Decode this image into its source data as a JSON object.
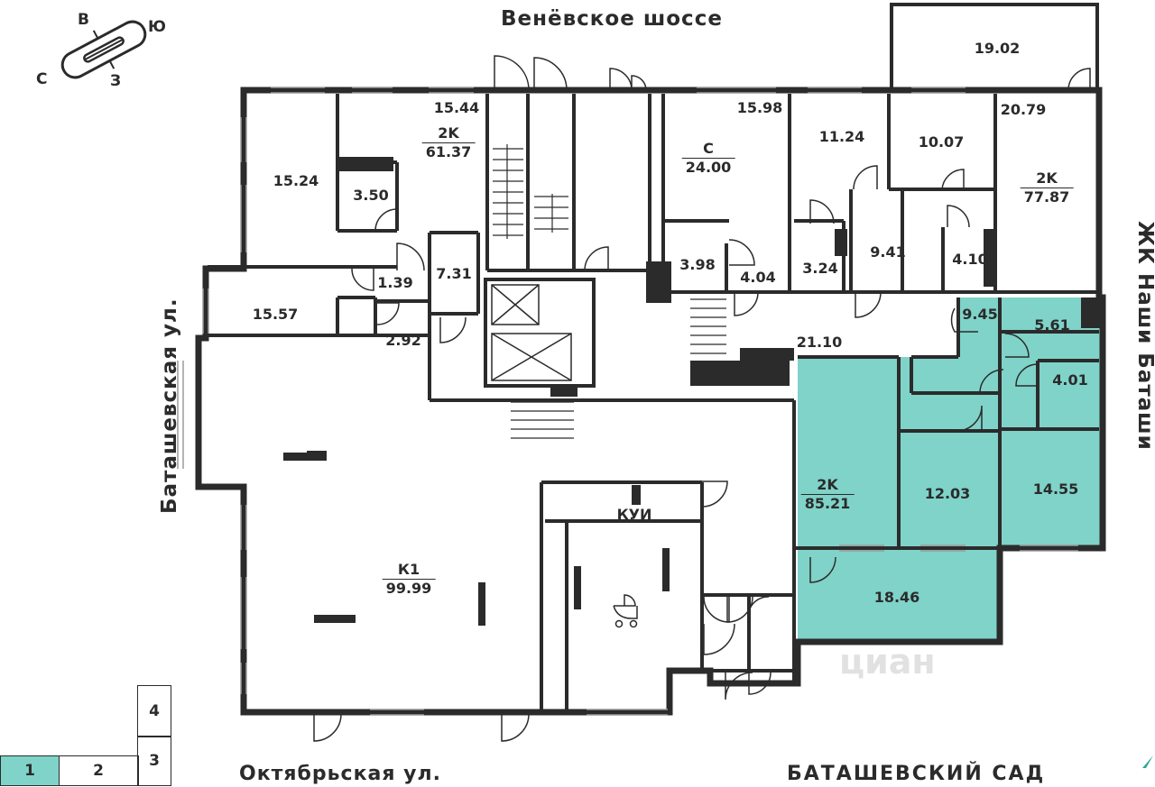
{
  "streets": {
    "top": "Венёвское шоссе",
    "left": "Баташевская ул.",
    "right": "ЖК Наши Баташи",
    "bottom": "Октябрьская ул.",
    "bottom_right": "БАТАШЕВСКИЙ САД"
  },
  "compass": {
    "n": "В",
    "e": "Ю",
    "s": "З",
    "w": "С"
  },
  "colors": {
    "highlight": "#7fd3c9",
    "wall": "#2b2b2b",
    "active_floor": "#7fd3c9"
  },
  "rooms": {
    "r1524": "15.24",
    "r350": "3.50",
    "r1544": "15.44",
    "apt1_type": "2K",
    "apt1_area": "61.37",
    "r139": "1.39",
    "r731": "7.31",
    "r1557": "15.57",
    "r292": "2.92",
    "r1598": "15.98",
    "c_type": "С",
    "c_area": "24.00",
    "r398": "3.98",
    "r404": "4.04",
    "r1124": "11.24",
    "r1007": "10.07",
    "r1902": "19.02",
    "r2079": "20.79",
    "apt2_type": "2K",
    "apt2_area": "77.87",
    "r324": "3.24",
    "r941": "9.41",
    "r410": "4.10",
    "r945": "9.45",
    "r561": "5.61",
    "r2110": "21.10",
    "r401": "4.01",
    "apt3_type": "2K",
    "apt3_area": "85.21",
    "r1203": "12.03",
    "r1455": "14.55",
    "r1846": "18.46",
    "kui": "КУИ",
    "k1_type": "К1",
    "k1_area": "99.99"
  },
  "floors": [
    "1",
    "2",
    "3",
    "4"
  ],
  "active_floor": "1",
  "watermark": "циан"
}
